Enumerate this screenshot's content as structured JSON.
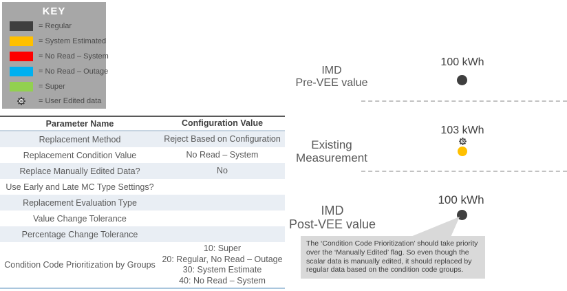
{
  "key": {
    "title": "KEY",
    "items": [
      {
        "label": "= Regular",
        "color": "#3f3f3f",
        "icon": "swatch"
      },
      {
        "label": "= System Estimated",
        "color": "#ffc000",
        "icon": "swatch"
      },
      {
        "label": "= No Read – System",
        "color": "#fe0000",
        "icon": "swatch"
      },
      {
        "label": "= No Read – Outage",
        "color": "#00b0f0",
        "icon": "swatch"
      },
      {
        "label": "= Super",
        "color": "#92d050",
        "icon": "swatch"
      },
      {
        "label": "= User Edited data",
        "color": "#ffffff",
        "icon": "gear-icon"
      }
    ]
  },
  "table": {
    "headers": [
      "Parameter Name",
      "Configuration Value"
    ],
    "rows": [
      {
        "name": "Replacement Method",
        "value": "Reject Based on Configuration"
      },
      {
        "name": "Replacement Condition Value",
        "value": "No Read – System"
      },
      {
        "name": "Replace Manually Edited Data?",
        "value": "No"
      },
      {
        "name": "Use Early and Late MC Type Settings?",
        "value": ""
      },
      {
        "name": "Replacement Evaluation Type",
        "value": ""
      },
      {
        "name": "Value Change Tolerance",
        "value": ""
      },
      {
        "name": "Percentage Change Tolerance",
        "value": ""
      },
      {
        "name": "Condition Code Prioritization by Groups",
        "value": "10: Super\n20: Regular, No Read – Outage\n30: System Estimate\n40: No Read – System"
      }
    ]
  },
  "timeline": {
    "sections": [
      {
        "label": "IMD\nPre-VEE value",
        "value": "100 kWh",
        "marker_color": "#3f3f3f",
        "user_edited": false
      },
      {
        "label": "Existing\nMeasurement",
        "value": "103 kWh",
        "marker_color": "#ffc000",
        "user_edited": true
      },
      {
        "label": "IMD\nPost-VEE value",
        "value": "100 kWh",
        "marker_color": "#3f3f3f",
        "user_edited": false
      }
    ],
    "callout_text": "The ‘Condition Code Prioritization’ should take priority over the ‘Manually Edited’ flag.  So even though the scalar data is manually edited, it should replaced by regular data based on the condition code groups."
  }
}
